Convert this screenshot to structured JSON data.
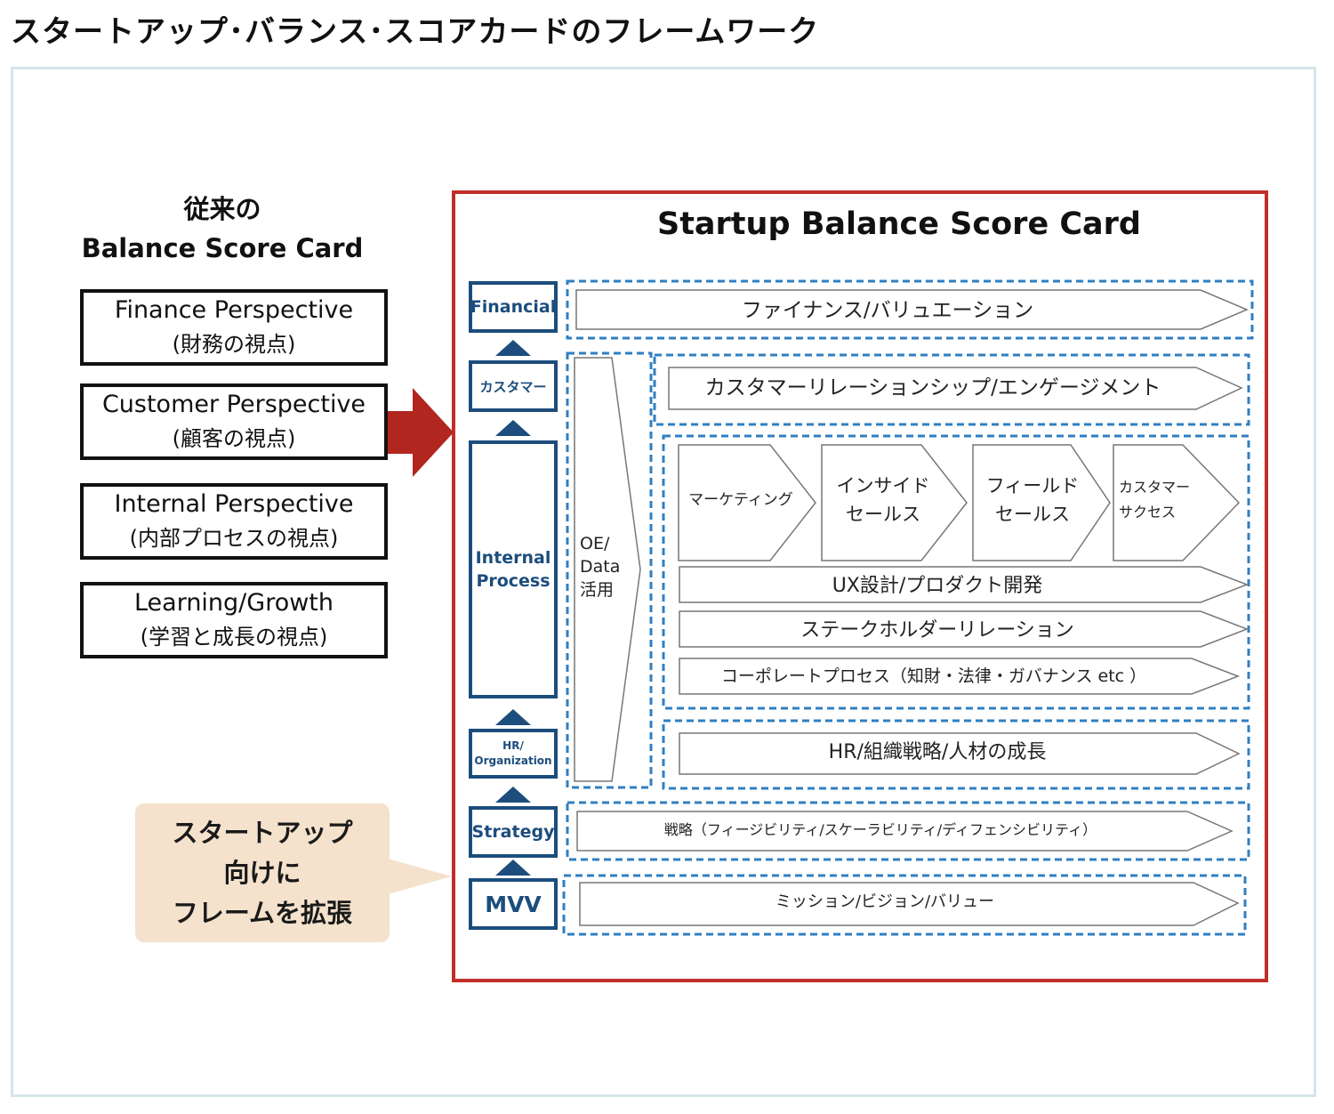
{
  "page_title": "スタートアップ･バランス･スコアカードのフレームワーク",
  "traditional": {
    "title_line1": "従来の",
    "title_line2": "Balance Score Card",
    "perspectives": [
      {
        "en": "Finance Perspective",
        "ja": "(財務の視点)"
      },
      {
        "en": "Customer Perspective",
        "ja": "(顧客の視点)"
      },
      {
        "en": "Internal Perspective",
        "ja": "(内部プロセスの視点)"
      },
      {
        "en": "Learning/Growth",
        "ja": "(学習と成長の視点)"
      }
    ]
  },
  "extension_callout": {
    "line1": "スタートアップ",
    "line2": "向けに",
    "line3": "フレームを拡張"
  },
  "startup": {
    "title": "Startup Balance Score Card",
    "layers": {
      "financial": "Financial",
      "customer": "カスタマー",
      "internal_line1": "Internal",
      "internal_line2": "Process",
      "hr_line1": "HR/",
      "hr_line2": "Organization",
      "strategy": "Strategy",
      "mvv": "MVV"
    },
    "oe_data": {
      "line1": "OE/",
      "line2": "Data",
      "line3": "活用"
    },
    "rows": {
      "financial": "ファイナンス/バリュエーション",
      "customer": "カスタマーリレーションシップ/エンゲージメント",
      "funnel": [
        {
          "line1": "マーケティング",
          "line2": ""
        },
        {
          "line1": "インサイド",
          "line2": "セールス"
        },
        {
          "line1": "フィールド",
          "line2": "セールス"
        },
        {
          "line1": "カスタマー",
          "line2": "サクセス"
        }
      ],
      "ux": "UX設計/プロダクト開発",
      "stakeholder": "ステークホルダーリレーション",
      "corporate": "コーポレートプロセス（知財・法律・ガバナンス etc ）",
      "hr": "HR/組織戦略/人材の成長",
      "strategy": "戦略（フィージビリティ/スケーラビリティ/ディフェンシビリティ）",
      "mvv": "ミッション/ビジョン/バリュー"
    }
  },
  "colors": {
    "red_frame": "#c0302a",
    "navy": "#1c4d7c",
    "dashed_blue": "#2f7fc2",
    "callout_bg": "#f4e2cc",
    "outer_frame": "#d4e6ea"
  }
}
